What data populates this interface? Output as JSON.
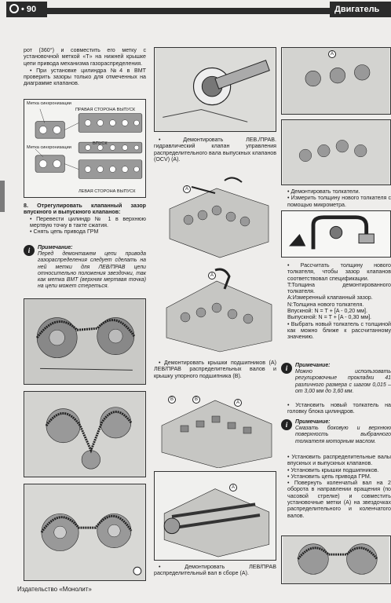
{
  "header": {
    "page_number": "90",
    "section": "Двигатель"
  },
  "col1": {
    "p_top": "рот (360°) и совместить его метку с установочной меткой «T» на нижней крышке цепи привода механизма газораспределения.",
    "bullet_1": "• При установке цилиндра №4 в ВМТ проверить зазоры только для отмеченных на диаграмме клапанов.",
    "fig_labels": {
      "sync_top": "Метка синхронизации",
      "right_side": "ПРАВАЯ СТОРОНА ВЫПУСК",
      "sync_bottom": "Метка синхронизации",
      "intake": "ВПУСК",
      "left_side": "ЛЕВАЯ СТОРОНА ВЫПУСК"
    },
    "step_8": "8. Отрегулировать клапанный зазор впускного и выпускного клапанов:",
    "bullet_2": "• Перевести цилиндр № 1 в верхнюю мертвую точку в такте сжатия.",
    "bullet_3": "• Снять цепь привода ГРМ",
    "note_title": "Примечание:",
    "note_text": "Перед демонтажем цепи привода газораспределения следует сделать на ней метки для ЛЕВ/ПРАВ цепи относительно положения звездочки, так как метка ВМТ (верхняя мертвая точка) на цепи может стереться."
  },
  "col2": {
    "cap_1": "• Демонтировать ЛЕВ./ПРАВ. гидравлический клапан управления распределительного вала выпускных клапанов (OCV) (A).",
    "label_a1": "A",
    "label_a2": "A",
    "cap_2": "• Демонтировать крышки подшипников (A) ЛЕВ/ПРАВ распределительных валов и крышку упорного подшипника (B).",
    "label_b1": "B",
    "label_b2": "B",
    "label_a3": "A",
    "label_a4": "A",
    "cap_3": "• Демонтировать ЛЕВ/ПРАВ распределительный вал в сборе (A)."
  },
  "col3": {
    "label_a1": "A",
    "bullet_1": "• Демонтировать толкатели.",
    "bullet_2": "• Измерить толщину нового толкателя с помощью микрометра.",
    "bullet_3": "• Рассчитать толщину нового толкателя, чтобы зазор клапанов соответствовал спецификации.",
    "formula_t": "T:Толщина демонтированного толкателя.",
    "formula_a": "A:Измеренный клапанный зазор.",
    "formula_n": "N:Толщина нового толкателя.",
    "formula_in": "Впускной: N = T + [A - 0,20 мм].",
    "formula_out": "Выпускной: N = T + [A - 0,30 мм].",
    "bullet_4": "• Выбрать новый толкатель с толщиной как можно ближе к рассчитанному значению.",
    "note1_title": "Примечание:",
    "note1_text": "Можно использовать регулировочные прокладки 41 различного размера с шагом 0,015 – от 3,00 мм до 3,60 мм.",
    "bullet_5": "• Установить новый толкатель на головку блока цилиндров.",
    "note2_title": "Примечание:",
    "note2_text": "Смазать боковую и верхнюю поверхность выбранного толкателя моторным маслом.",
    "bullet_6": "• Установить распределительные валы впускных и выпускных клапанов.",
    "bullet_7": "• Установить крышки подшипников.",
    "bullet_8": "• Установить цепь привода ГРМ.",
    "bullet_9": "• Повернуть коленчатый вал на 2 оборота в направлении вращения (по часовой стрелке) и совместить установочные метки (A) на звездочках распределительного и коленчатого валов."
  },
  "footer": {
    "publisher": "Издательство «Монолит»"
  }
}
